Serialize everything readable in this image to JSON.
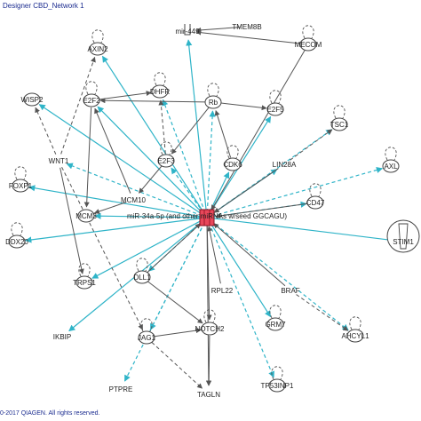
{
  "header": {
    "title": "Designer CBD_Network 1"
  },
  "footer": {
    "copyright": "0-2017 QIAGEN. All rights reserved."
  },
  "colors": {
    "cyan_edge": "#2fb4c8",
    "gray_edge": "#555555",
    "hub_fill": "#e8475a",
    "node_stroke": "#444444",
    "title_text": "#1a2b8f"
  },
  "hub": {
    "label": "miR-34a-5p (and other miRNAs w/seed GGCAGU)"
  },
  "nodes": [
    {
      "id": "mir449",
      "label": "mir-449"
    },
    {
      "id": "tmem8b",
      "label": "TMEM8B"
    },
    {
      "id": "mecom",
      "label": "MECOM"
    },
    {
      "id": "axin2",
      "label": "AXIN2"
    },
    {
      "id": "wisp2",
      "label": "WISP2"
    },
    {
      "id": "e2f2",
      "label": "E2F2"
    },
    {
      "id": "dhfr",
      "label": "DHFR"
    },
    {
      "id": "rb",
      "label": "Rb"
    },
    {
      "id": "e2f5",
      "label": "E2F5"
    },
    {
      "id": "tsc1",
      "label": "TSC1"
    },
    {
      "id": "wnt1",
      "label": "WNT1"
    },
    {
      "id": "e2f3",
      "label": "E2F3"
    },
    {
      "id": "cdk6",
      "label": "CDK6"
    },
    {
      "id": "lin28a",
      "label": "LIN28A"
    },
    {
      "id": "axl",
      "label": "AXL"
    },
    {
      "id": "foxp1",
      "label": "FOXP1"
    },
    {
      "id": "mcm10",
      "label": "MCM10"
    },
    {
      "id": "cd47",
      "label": "CD47"
    },
    {
      "id": "mcm3",
      "label": "MCM3"
    },
    {
      "id": "ddx20",
      "label": "DDX20"
    },
    {
      "id": "stim1",
      "label": "STIM1"
    },
    {
      "id": "trps1",
      "label": "TRPS1"
    },
    {
      "id": "dll1",
      "label": "DLL1"
    },
    {
      "id": "rpl22",
      "label": "RPL22"
    },
    {
      "id": "braf",
      "label": "BRAF"
    },
    {
      "id": "grm7",
      "label": "GRM7"
    },
    {
      "id": "ahcyl1",
      "label": "AHCYL1"
    },
    {
      "id": "ikbip",
      "label": "IKBIP"
    },
    {
      "id": "jag1",
      "label": "JAG1"
    },
    {
      "id": "notch2",
      "label": "NOTCH2"
    },
    {
      "id": "ptpre",
      "label": "PTPRE"
    },
    {
      "id": "tp53inp1",
      "label": "TP53INP1"
    },
    {
      "id": "tagln",
      "label": "TAGLN"
    }
  ],
  "edges": [
    {
      "from": "hub",
      "to": "mir449",
      "style": "cyan-solid"
    },
    {
      "from": "hub",
      "to": "axin2",
      "style": "cyan-solid"
    },
    {
      "from": "hub",
      "to": "wisp2",
      "style": "cyan-solid"
    },
    {
      "from": "hub",
      "to": "e2f2",
      "style": "cyan-solid"
    },
    {
      "from": "hub",
      "to": "dhfr",
      "style": "cyan-dashed"
    },
    {
      "from": "hub",
      "to": "rb",
      "style": "cyan-dashed"
    },
    {
      "from": "hub",
      "to": "e2f5",
      "style": "cyan-solid"
    },
    {
      "from": "hub",
      "to": "tsc1",
      "style": "cyan-dashed"
    },
    {
      "from": "hub",
      "to": "wnt1",
      "style": "cyan-dashed"
    },
    {
      "from": "hub",
      "to": "e2f3",
      "style": "cyan-dashed"
    },
    {
      "from": "hub",
      "to": "cdk6",
      "style": "cyan-solid"
    },
    {
      "from": "hub",
      "to": "lin28a",
      "style": "cyan-solid"
    },
    {
      "from": "hub",
      "to": "axl",
      "style": "cyan-dashed"
    },
    {
      "from": "hub",
      "to": "foxp1",
      "style": "cyan-solid"
    },
    {
      "from": "hub",
      "to": "cd47",
      "style": "cyan-dashed"
    },
    {
      "from": "hub",
      "to": "ddx20",
      "style": "cyan-solid"
    },
    {
      "from": "hub",
      "to": "stim1",
      "style": "cyan-solid"
    },
    {
      "from": "hub",
      "to": "trps1",
      "style": "cyan-solid"
    },
    {
      "from": "hub",
      "to": "dll1",
      "style": "cyan-dashed"
    },
    {
      "from": "hub",
      "to": "grm7",
      "style": "cyan-solid"
    },
    {
      "from": "hub",
      "to": "ahcyl1",
      "style": "cyan-dashed"
    },
    {
      "from": "hub",
      "to": "ikbip",
      "style": "cyan-solid"
    },
    {
      "from": "hub",
      "to": "jag1",
      "style": "cyan-dashed"
    },
    {
      "from": "hub",
      "to": "ptpre",
      "style": "cyan-dashed"
    },
    {
      "from": "hub",
      "to": "tp53inp1",
      "style": "cyan-dashed"
    },
    {
      "from": "hub",
      "to": "mcm3",
      "style": "cyan-solid"
    },
    {
      "from": "mecom",
      "to": "hub",
      "style": "gray-solid"
    },
    {
      "from": "tmem8b",
      "to": "mir449",
      "style": "gray-solid"
    },
    {
      "from": "mecom",
      "to": "mir449",
      "style": "gray-solid"
    },
    {
      "from": "rb",
      "to": "e2f2",
      "style": "gray-solid"
    },
    {
      "from": "rb",
      "to": "e2f5",
      "style": "gray-solid"
    },
    {
      "from": "rb",
      "to": "e2f3",
      "style": "gray-solid"
    },
    {
      "from": "e2f2",
      "to": "dhfr",
      "style": "gray-solid"
    },
    {
      "from": "e2f3",
      "to": "dhfr",
      "style": "gray-dashed"
    },
    {
      "from": "e2f2",
      "to": "mcm3",
      "style": "gray-solid"
    },
    {
      "from": "e2f3",
      "to": "mcm10",
      "style": "gray-solid"
    },
    {
      "from": "cdk6",
      "to": "rb",
      "style": "gray-solid"
    },
    {
      "from": "lin28a",
      "to": "hub",
      "style": "gray-solid"
    },
    {
      "from": "cd47",
      "to": "hub",
      "style": "gray-solid"
    },
    {
      "from": "wnt1",
      "to": "axin2",
      "style": "gray-dashed"
    },
    {
      "from": "wnt1",
      "to": "wisp2",
      "style": "gray-dashed"
    },
    {
      "from": "wnt1",
      "to": "trps1",
      "style": "gray-solid"
    },
    {
      "from": "wnt1",
      "to": "jag1",
      "style": "gray-dashed"
    },
    {
      "from": "dll1",
      "to": "notch2",
      "style": "gray-solid"
    },
    {
      "from": "jag1",
      "to": "notch2",
      "style": "gray-solid"
    },
    {
      "from": "hub",
      "to": "notch2",
      "style": "gray-solid"
    },
    {
      "from": "notch2",
      "to": "tagln",
      "style": "gray-solid"
    },
    {
      "from": "hub",
      "to": "tagln",
      "style": "gray-solid"
    },
    {
      "from": "jag1",
      "to": "tagln",
      "style": "gray-dashed"
    },
    {
      "from": "braf",
      "to": "hub",
      "style": "gray-solid"
    },
    {
      "from": "braf",
      "to": "ahcyl1",
      "style": "gray-dashed"
    },
    {
      "from": "rpl22",
      "to": "hub",
      "style": "gray-solid"
    },
    {
      "from": "mcm10",
      "to": "mcm3",
      "style": "gray-solid"
    },
    {
      "from": "dll1",
      "to": "hub",
      "style": "gray-solid"
    },
    {
      "from": "lin28a",
      "to": "tsc1",
      "style": "gray-dashed"
    },
    {
      "from": "mcm10",
      "to": "e2f2",
      "style": "gray-solid"
    }
  ]
}
